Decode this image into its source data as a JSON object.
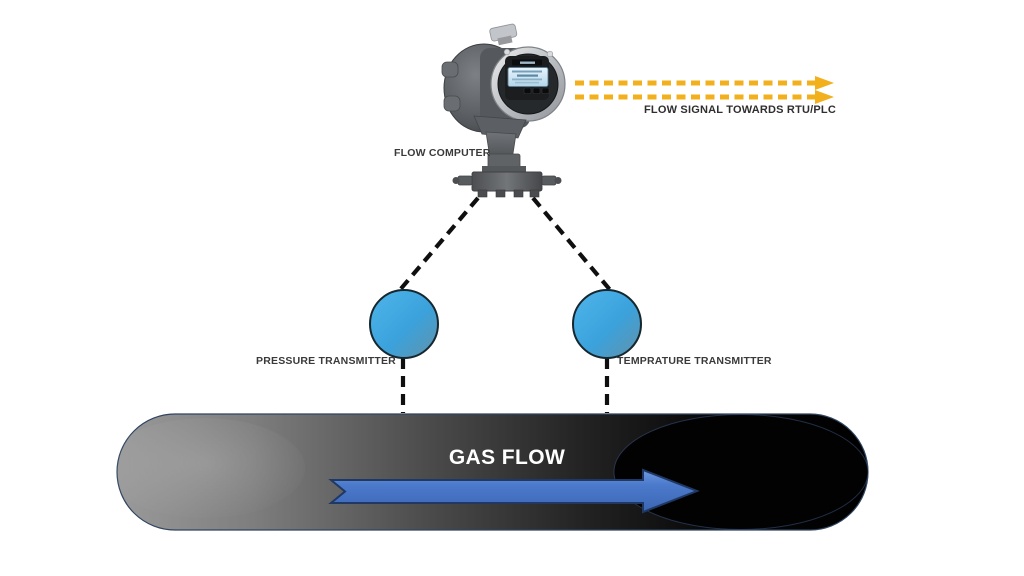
{
  "labels": {
    "flow_computer": "FLOW COMPUTER",
    "flow_signal": "FLOW SIGNAL TOWARDS RTU/PLC",
    "pressure_transmitter": "PRESSURE TRANSMITTER",
    "temperature_transmitter": "TEMPRATURE TRANSMITTER",
    "gas_flow": "GAS FLOW"
  },
  "colors": {
    "background": "#ffffff",
    "signal_arrow": "#F2B01D",
    "connector_dash": "#0f0f0f",
    "transmitter_fill_light": "#4FB5EA",
    "transmitter_fill_dark": "#6292A9",
    "transmitter_outline": "#16272F",
    "pipe_gradient_start": "#989898",
    "pipe_gradient_end": "#000000",
    "pipe_outline": "#2f4561",
    "flow_arrow_fill": "#4472C4",
    "flow_arrow_outline": "#1F3864",
    "label_text": "#3a3a3a",
    "gas_flow_text": "#ffffff"
  }
}
